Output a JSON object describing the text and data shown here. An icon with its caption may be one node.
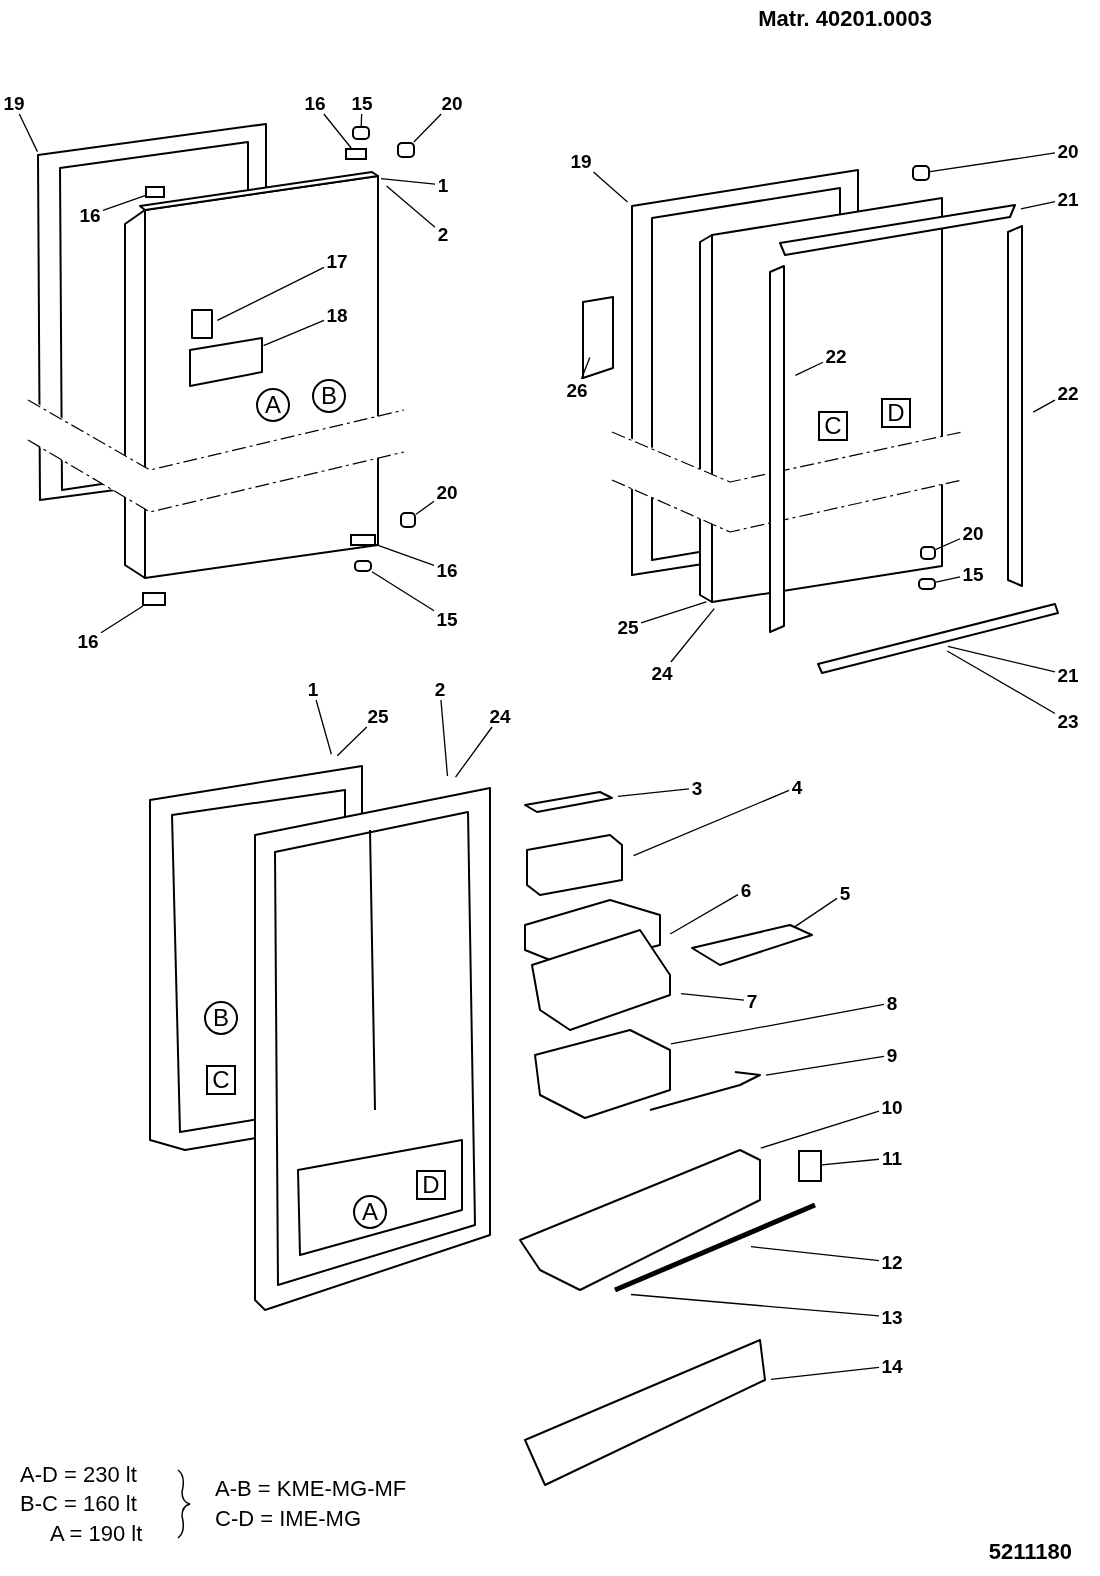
{
  "diagram": {
    "nodes": [
      {
        "text": [
          "19"
        ]
      },
      {
        "text": [
          "16"
        ]
      },
      {
        "text": [
          "15"
        ]
      },
      {
        "text": [
          "20"
        ]
      },
      {
        "text": [
          "1"
        ]
      },
      {
        "text": [
          "2"
        ]
      },
      {
        "text": [
          "16"
        ]
      },
      {
        "text": [
          "17"
        ]
      },
      {
        "text": [
          "18"
        ]
      },
      {
        "text": [
          "20"
        ]
      },
      {
        "text": [
          "16"
        ]
      },
      {
        "text": [
          "15"
        ]
      },
      {
        "text": [
          "16"
        ]
      },
      {
        "text": [
          "19"
        ]
      },
      {
        "text": [
          "20"
        ]
      },
      {
        "text": [
          "21"
        ]
      },
      {
        "text": [
          "26"
        ]
      },
      {
        "text": [
          "22"
        ]
      },
      {
        "text": [
          "22"
        ]
      },
      {
        "text": [
          "20"
        ]
      },
      {
        "text": [
          "15"
        ]
      },
      {
        "text": [
          "25"
        ]
      },
      {
        "text": [
          "24"
        ]
      },
      {
        "text": [
          "21"
        ]
      },
      {
        "text": [
          "23"
        ]
      },
      {
        "text": [
          "1"
        ]
      },
      {
        "text": [
          "25"
        ]
      },
      {
        "text": [
          "2"
        ]
      },
      {
        "text": [
          "24"
        ]
      },
      {
        "text": [
          "3"
        ]
      },
      {
        "text": [
          "4"
        ]
      },
      {
        "text": [
          "6"
        ]
      },
      {
        "text": [
          "5"
        ]
      },
      {
        "text": [
          "7"
        ]
      },
      {
        "text": [
          "8"
        ]
      },
      {
        "text": [
          "9"
        ]
      },
      {
        "text": [
          "10"
        ]
      },
      {
        "text": [
          "11"
        ]
      },
      {
        "text": [
          "12"
        ]
      },
      {
        "text": [
          "13"
        ]
      },
      {
        "text": [
          "14"
        ]
      },
      {
        "text": [
          "A"
        ]
      },
      {
        "text": [
          "B"
        ]
      },
      {
        "text": [
          "C"
        ]
      },
      {
        "text": [
          "D"
        ]
      },
      {
        "text": [
          "B"
        ]
      },
      {
        "text": [
          "C"
        ]
      },
      {
        "text": [
          "A"
        ]
      },
      {
        "text": [
          "D"
        ]
      },
      {
        "text": [],
        "shape": "box"
      },
      {
        "text": [],
        "shape": "box"
      },
      {
        "text": [],
        "shape": "box"
      },
      {
        "text": [],
        "shape": "box"
      },
      {
        "text": [],
        "shape": "box"
      },
      {
        "text": [],
        "shape": "box"
      },
      {
        "text": [],
        "shape": "box"
      },
      {
        "text": [],
        "shape": "box"
      },
      {
        "text": [],
        "shape": "box"
      },
      {
        "text": [],
        "shape": "box"
      },
      {
        "text": [],
        "shape": "box"
      },
      {
        "text": [],
        "shape": "box"
      }
    ],
    "edges": [
      {
        "from": 0,
        "to": null,
        "arrow": "none"
      },
      {
        "from": 1,
        "to": 49,
        "arrow": "none"
      },
      {
        "from": 2,
        "to": 50,
        "arrow": "none"
      },
      {
        "from": 3,
        "to": 51,
        "arrow": "none"
      },
      {
        "from": 4,
        "to": null,
        "arrow": "none"
      },
      {
        "from": 5,
        "to": null,
        "arrow": "none"
      },
      {
        "from": 6,
        "to": 52,
        "arrow": "none"
      },
      {
        "from": 7,
        "to": null,
        "arrow": "none"
      },
      {
        "from": 8,
        "to": null,
        "arrow": "none"
      },
      {
        "from": 9,
        "to": 53,
        "arrow": "none"
      },
      {
        "from": 10,
        "to": 54,
        "arrow": "none"
      },
      {
        "from": 11,
        "to": 55,
        "arrow": "none"
      },
      {
        "from": 12,
        "to": 56,
        "arrow": "none"
      },
      {
        "from": 13,
        "to": null,
        "arrow": "none"
      },
      {
        "from": 14,
        "to": 57,
        "arrow": "none"
      },
      {
        "from": 15,
        "to": null,
        "arrow": "none"
      },
      {
        "from": 16,
        "to": null,
        "arrow": "none"
      },
      {
        "from": 17,
        "to": null,
        "arrow": "none"
      },
      {
        "from": 18,
        "to": null,
        "arrow": "none"
      },
      {
        "from": 19,
        "to": 58,
        "arrow": "none"
      },
      {
        "from": 20,
        "to": 59,
        "arrow": "none"
      },
      {
        "from": 21,
        "to": null,
        "arrow": "none"
      },
      {
        "from": 22,
        "to": null,
        "arrow": "none"
      },
      {
        "from": 23,
        "to": null,
        "arrow": "none"
      },
      {
        "from": 24,
        "to": null,
        "arrow": "none"
      },
      {
        "from": 25,
        "to": null,
        "arrow": "none"
      },
      {
        "from": 26,
        "to": null,
        "arrow": "none"
      },
      {
        "from": 27,
        "to": null,
        "arrow": "none"
      },
      {
        "from": 28,
        "to": null,
        "arrow": "none"
      },
      {
        "from": 29,
        "to": null,
        "arrow": "none"
      },
      {
        "from": 30,
        "to": null,
        "arrow": "none"
      },
      {
        "from": 31,
        "to": null,
        "arrow": "none"
      },
      {
        "from": 32,
        "to": null,
        "arrow": "none"
      },
      {
        "from": 33,
        "to": null,
        "arrow": "none"
      },
      {
        "from": 34,
        "to": null,
        "arrow": "none"
      },
      {
        "from": 35,
        "to": null,
        "arrow": "none"
      },
      {
        "from": 36,
        "to": null,
        "arrow": "none"
      },
      {
        "from": 37,
        "to": 60,
        "arrow": "none"
      },
      {
        "from": 38,
        "to": null,
        "arrow": "none"
      },
      {
        "from": 39,
        "to": null,
        "arrow": "none"
      },
      {
        "from": 40,
        "to": null,
        "arrow": "none"
      }
    ],
    "labels": [
      "Matr. 40201.0003",
      "A-D = 230 lt",
      "B-C = 160 lt",
      "A = 190 lt",
      "A-B = KME-MG-MF",
      "C-D = IME-MG",
      "5211180"
    ]
  }
}
